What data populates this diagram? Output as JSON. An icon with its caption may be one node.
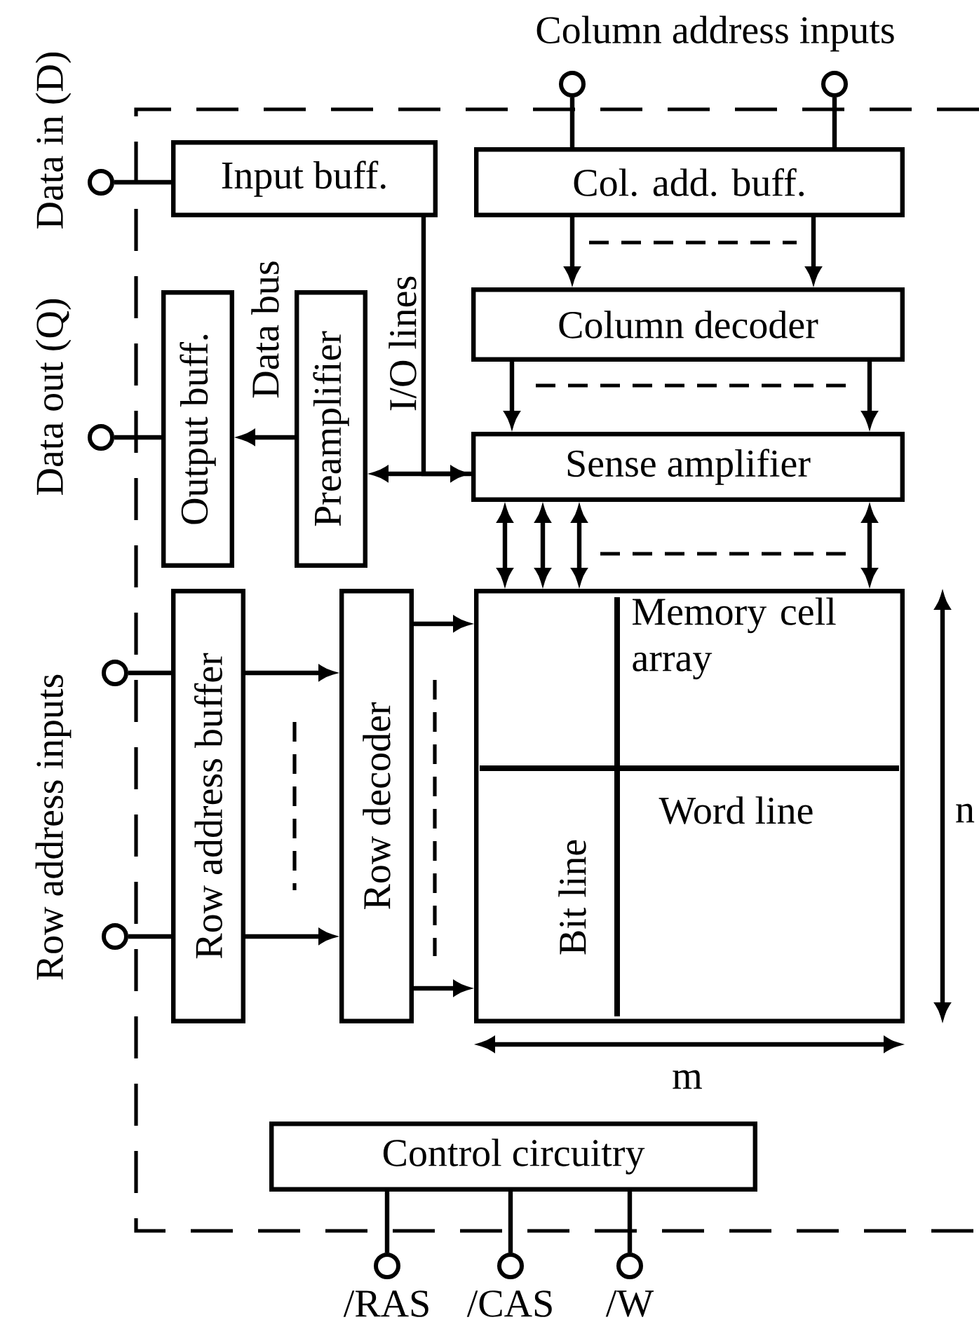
{
  "diagram": {
    "nodes": [
      {
        "text": [
          "Input buff."
        ]
      },
      {
        "text": [
          "Col. add. buff."
        ]
      },
      {
        "text": [
          "Output buff."
        ]
      },
      {
        "text": [
          "Preamplifier"
        ]
      },
      {
        "text": [
          "Column decoder"
        ]
      },
      {
        "text": [
          "Sense amplifier"
        ]
      },
      {
        "text": [
          "Row address buffer"
        ]
      },
      {
        "text": [
          "Row decoder"
        ]
      },
      {
        "text": [
          "Memory cell array"
        ]
      },
      {
        "text": [
          "Control circuitry"
        ]
      },
      {
        "text": [],
        "shape": "circle",
        "beside": [
          "Data in (D)"
        ]
      },
      {
        "text": [],
        "shape": "circle",
        "beside": [
          "Data out (Q)"
        ]
      },
      {
        "text": [],
        "shape": "circle"
      },
      {
        "text": [],
        "shape": "circle"
      },
      {
        "text": [],
        "shape": "circle"
      },
      {
        "text": [],
        "shape": "circle"
      },
      {
        "text": [],
        "shape": "circle",
        "beside": [
          "/RAS"
        ]
      },
      {
        "text": [],
        "shape": "circle",
        "beside": [
          "/CAS"
        ]
      },
      {
        "text": [],
        "shape": "circle",
        "beside": [
          "/W"
        ]
      }
    ],
    "edges": [
      {
        "from": 10,
        "to": 0,
        "arrow": "none"
      },
      {
        "from": 12,
        "to": 1,
        "arrow": "none"
      },
      {
        "from": 13,
        "to": 1,
        "arrow": "none"
      },
      {
        "from": 1,
        "to": 4,
        "arrow": "to"
      },
      {
        "from": 1,
        "to": 4,
        "arrow": "to"
      },
      {
        "from": 4,
        "to": 5,
        "arrow": "to"
      },
      {
        "from": 4,
        "to": 5,
        "arrow": "to"
      },
      {
        "from": 0,
        "to": 5,
        "arrow": "to",
        "label": "I/O lines"
      },
      {
        "from": 5,
        "to": 3,
        "arrow": "to"
      },
      {
        "from": 3,
        "to": 2,
        "arrow": "to",
        "label": "Data bus"
      },
      {
        "from": 2,
        "to": 11,
        "arrow": "none"
      },
      {
        "from": 5,
        "to": 8,
        "arrow": "both"
      },
      {
        "from": 5,
        "to": 8,
        "arrow": "both"
      },
      {
        "from": 5,
        "to": 8,
        "arrow": "both"
      },
      {
        "from": 5,
        "to": 8,
        "arrow": "both"
      },
      {
        "from": 14,
        "to": 6,
        "arrow": "none"
      },
      {
        "from": 15,
        "to": 6,
        "arrow": "none"
      },
      {
        "from": 6,
        "to": 7,
        "arrow": "to"
      },
      {
        "from": 6,
        "to": 7,
        "arrow": "to"
      },
      {
        "from": 7,
        "to": 8,
        "arrow": "to"
      },
      {
        "from": 7,
        "to": 8,
        "arrow": "to"
      },
      {
        "from": 9,
        "to": 16,
        "arrow": "none"
      },
      {
        "from": 9,
        "to": 17,
        "arrow": "none"
      },
      {
        "from": 9,
        "to": 18,
        "arrow": "none"
      }
    ],
    "labels": [
      "Column address inputs",
      "Row address inputs",
      "Word line",
      "Bit line",
      "m",
      "n"
    ]
  }
}
